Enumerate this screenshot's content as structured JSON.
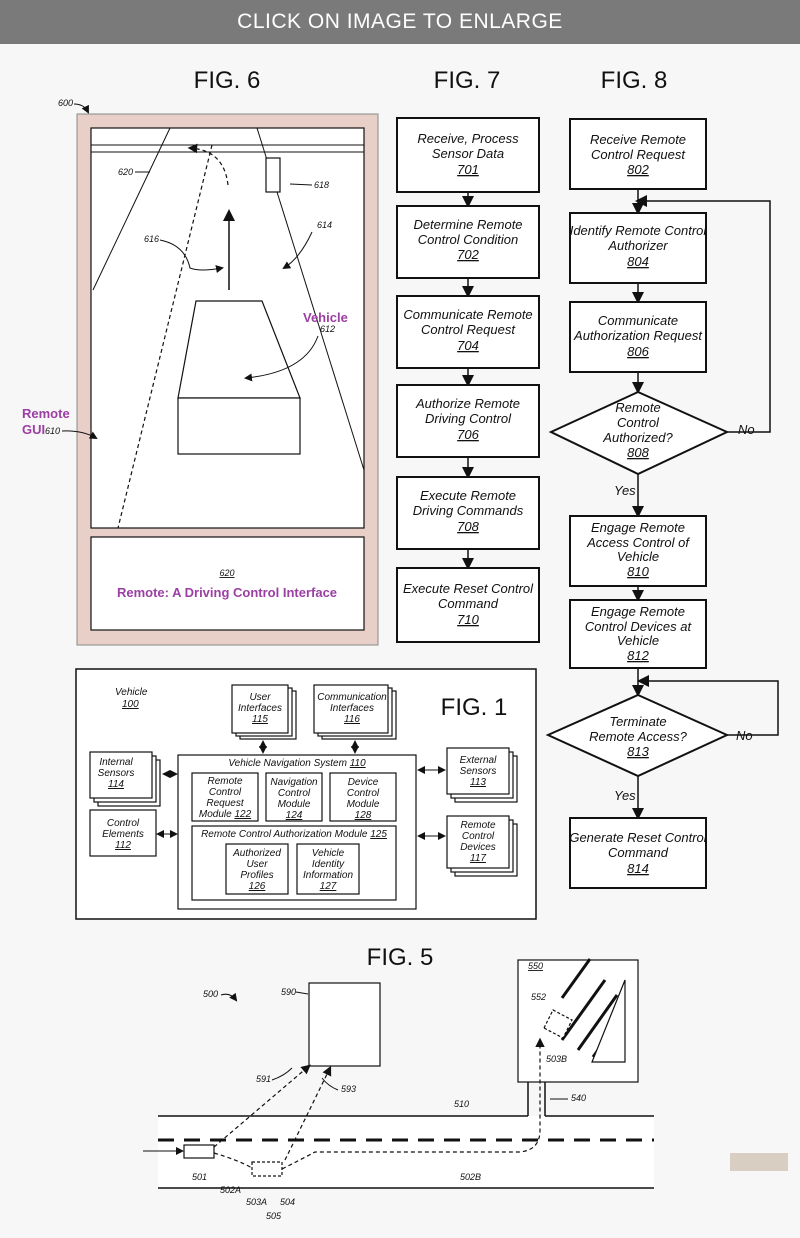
{
  "banner": "CLICK ON IMAGE TO ENLARGE",
  "fig6": {
    "title": "FIG. 6",
    "ref600": "600",
    "ref620": "620",
    "ref618": "618",
    "ref616": "616",
    "ref614": "614",
    "vehicle_label": "Vehicle",
    "ref612": "612",
    "remote_label1": "Remote",
    "remote_label2": "GUI",
    "ref610": "610",
    "panel_ref": "620",
    "panel_text": "Remote: A Driving Control Interface"
  },
  "fig7": {
    "title": "FIG. 7",
    "steps": [
      {
        "l1": "Receive, Process",
        "l2": "Sensor Data",
        "num": "701"
      },
      {
        "l1": "Determine Remote",
        "l2": "Control Condition",
        "num": "702"
      },
      {
        "l1": "Communicate Remote",
        "l2": "Control Request",
        "num": "704"
      },
      {
        "l1": "Authorize Remote",
        "l2": "Driving Control",
        "num": "706"
      },
      {
        "l1": "Execute Remote",
        "l2": "Driving Commands",
        "num": "708"
      },
      {
        "l1": "Execute Reset Control",
        "l2": "Command",
        "num": "710"
      }
    ]
  },
  "fig8": {
    "title": "FIG. 8",
    "b802": {
      "l1": "Receive Remote",
      "l2": "Control Request",
      "num": "802"
    },
    "b804": {
      "l1": "Identify Remote Control",
      "l2": "Authorizer",
      "num": "804"
    },
    "b806": {
      "l1": "Communicate",
      "l2": "Authorization Request",
      "num": "806"
    },
    "d808": {
      "l1": "Remote",
      "l2": "Control",
      "l3": "Authorized?",
      "num": "808"
    },
    "b810": {
      "l1": "Engage Remote",
      "l2": "Access Control of",
      "l3": "Vehicle",
      "num": "810"
    },
    "b812": {
      "l1": "Engage Remote",
      "l2": "Control Devices at",
      "l3": "Vehicle",
      "num": "812"
    },
    "d813": {
      "l1": "Terminate",
      "l2": "Remote Access?",
      "num": "813"
    },
    "b814": {
      "l1": "Generate Reset Control",
      "l2": "Command",
      "num": "814"
    },
    "yes": "Yes",
    "no": "No"
  },
  "fig1": {
    "title": "FIG. 1",
    "vehicle": "Vehicle",
    "vehicle_num": "100",
    "ui": {
      "l1": "User",
      "l2": "Interfaces",
      "num": "115"
    },
    "comm": {
      "l1": "Communication",
      "l2": "Interfaces",
      "num": "116"
    },
    "internal": {
      "l1": "Internal",
      "l2": "Sensors",
      "num": "114"
    },
    "control": {
      "l1": "Control",
      "l2": "Elements",
      "num": "112"
    },
    "nav_system": "Vehicle Navigation System",
    "nav_num": "110",
    "rcr": {
      "l1": "Remote",
      "l2": "Control",
      "l3": "Request",
      "l4": "Module",
      "num": "122"
    },
    "ncm": {
      "l1": "Navigation",
      "l2": "Control",
      "l3": "Module",
      "num": "124"
    },
    "dcm": {
      "l1": "Device",
      "l2": "Control",
      "l3": "Module",
      "num": "128"
    },
    "rcam": "Remote Control Authorization Module",
    "rcam_num": "125",
    "aup": {
      "l1": "Authorized",
      "l2": "User",
      "l3": "Profiles",
      "num": "126"
    },
    "vii": {
      "l1": "Vehicle",
      "l2": "Identity",
      "l3": "Information",
      "num": "127"
    },
    "external": {
      "l1": "External",
      "l2": "Sensors",
      "num": "113"
    },
    "rcd": {
      "l1": "Remote",
      "l2": "Control",
      "l3": "Devices",
      "num": "117"
    }
  },
  "fig5": {
    "title": "FIG. 5",
    "r500": "500",
    "r590": "590",
    "r591": "591",
    "r593": "593",
    "r550": "550",
    "r552": "552",
    "r503B": "503B",
    "r510": "510",
    "r540": "540",
    "r501": "501",
    "r502A": "502A",
    "r503A": "503A",
    "r504": "504",
    "r505": "505",
    "r502B": "502B"
  }
}
